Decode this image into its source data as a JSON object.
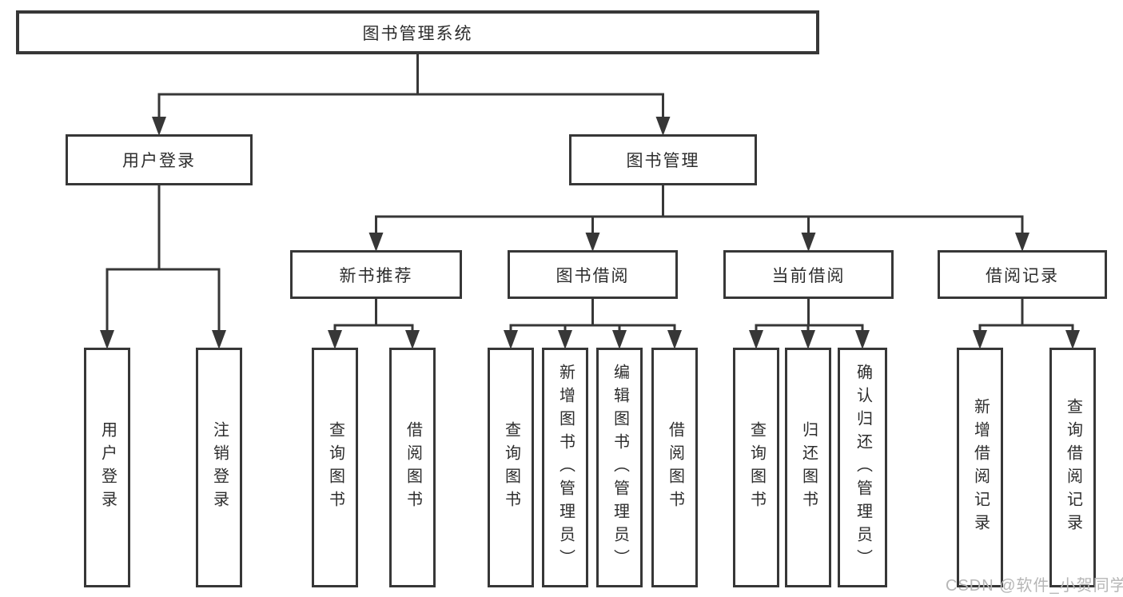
{
  "colors": {
    "line": "#373737",
    "text": "#2d2d2d",
    "background": "#ffffff",
    "watermark": "#b6b6b6"
  },
  "watermark": {
    "text": "CSDN @软件_小贺同学"
  },
  "diagram": {
    "nodes": [
      {
        "id": "system",
        "label": "图书管理系统",
        "parent": null
      },
      {
        "id": "user-login",
        "label": "用户登录",
        "parent": "system"
      },
      {
        "id": "book-management",
        "label": "图书管理",
        "parent": "system"
      },
      {
        "id": "user-login-leaf",
        "label": "用户登录",
        "parent": "user-login"
      },
      {
        "id": "logout-leaf",
        "label": "注销登录",
        "parent": "user-login"
      },
      {
        "id": "new-book-rec",
        "label": "新书推荐",
        "parent": "book-management"
      },
      {
        "id": "book-borrow",
        "label": "图书借阅",
        "parent": "book-management"
      },
      {
        "id": "current-borrow",
        "label": "当前借阅",
        "parent": "book-management"
      },
      {
        "id": "borrow-records",
        "label": "借阅记录",
        "parent": "book-management"
      },
      {
        "id": "nbr-query",
        "label": "查询图书",
        "parent": "new-book-rec"
      },
      {
        "id": "nbr-borrow",
        "label": "借阅图书",
        "parent": "new-book-rec"
      },
      {
        "id": "bb-query",
        "label": "查询图书",
        "parent": "book-borrow"
      },
      {
        "id": "bb-add",
        "label": "新增图书（管理员）",
        "parent": "book-borrow"
      },
      {
        "id": "bb-edit",
        "label": "编辑图书（管理员）",
        "parent": "book-borrow"
      },
      {
        "id": "bb-borrow",
        "label": "借阅图书",
        "parent": "book-borrow"
      },
      {
        "id": "cb-query",
        "label": "查询图书",
        "parent": "current-borrow"
      },
      {
        "id": "cb-return",
        "label": "归还图书",
        "parent": "current-borrow"
      },
      {
        "id": "cb-confirm",
        "label": "确认归还（管理员）",
        "parent": "current-borrow"
      },
      {
        "id": "br-add",
        "label": "新增借阅记录",
        "parent": "borrow-records"
      },
      {
        "id": "br-query",
        "label": "查询借阅记录",
        "parent": "borrow-records"
      }
    ]
  }
}
